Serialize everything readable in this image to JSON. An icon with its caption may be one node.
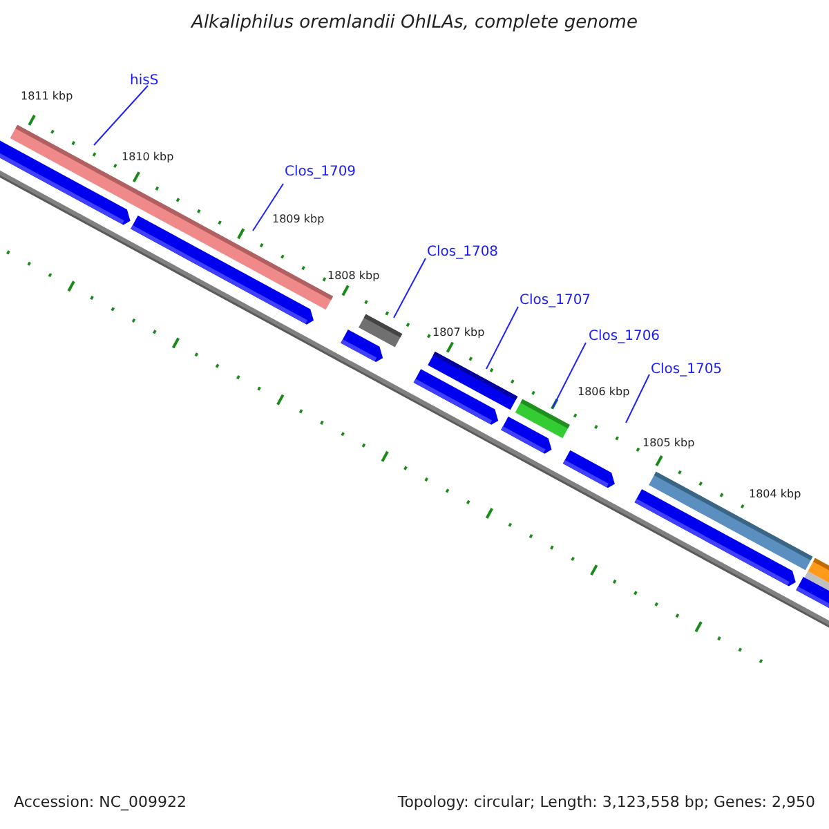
{
  "diagram": {
    "title": "Alkaliphilus oremlandii OhILAs, complete genome",
    "nodes": [
      {
        "text": [
          "hisS"
        ]
      },
      {
        "text": [
          "Clos_1709"
        ]
      },
      {
        "text": [
          "Clos_1708"
        ]
      },
      {
        "text": [
          "Clos_1707"
        ]
      },
      {
        "text": [
          "Clos_1706"
        ]
      },
      {
        "text": [
          "Clos_1705"
        ]
      }
    ],
    "edges": [
      {
        "from": 0,
        "to": null,
        "arrow": "none"
      },
      {
        "from": 1,
        "to": null,
        "arrow": "none"
      },
      {
        "from": 2,
        "to": null,
        "arrow": "none"
      },
      {
        "from": 3,
        "to": null,
        "arrow": "none"
      },
      {
        "from": 4,
        "to": null,
        "arrow": "none"
      },
      {
        "from": 5,
        "to": null,
        "arrow": "none"
      }
    ],
    "labels": [
      "1811 kbp",
      "1810 kbp",
      "1809 kbp",
      "1808 kbp",
      "1807 kbp",
      "1806 kbp",
      "1805 kbp",
      "1804 kbp",
      "Accession: NC_009922",
      "Topology: circular; Length: 3,123,558 bp; Genes: 2,950"
    ]
  }
}
